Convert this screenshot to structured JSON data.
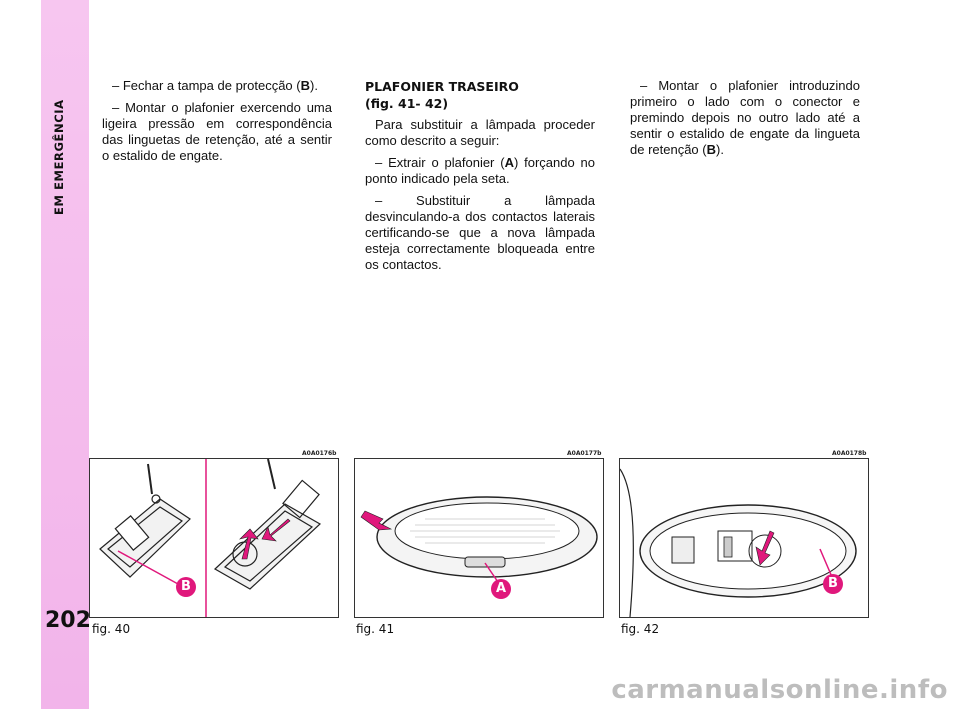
{
  "section_title": "EM EMERGÊNCIA",
  "page_number": "202",
  "column1": {
    "p1_text": "– Fechar a tampa de protecção (",
    "p1_bold": "B",
    "p1_end": ").",
    "p2": "– Montar o plafonier exercendo uma ligeira pressão em correspondência das linguetas de retenção, até a sentir o estalido de engate."
  },
  "column2": {
    "heading_line1": "PLAFONIER TRASEIRO",
    "heading_line2": "(fig. 41- 42)",
    "p1": "Para substituir a lâmpada proceder como descrito a seguir:",
    "p2_text": "– Extrair o plafonier (",
    "p2_bold": "A",
    "p2_end": ") forçando no ponto indicado pela seta.",
    "p3": "– Substituir a lâmpada desvinculando-a dos contactos laterais certificando-se que a nova lâmpada esteja correctamente bloqueada entre os contactos."
  },
  "column3": {
    "p1_text": "– Montar o plafonier introduzindo primeiro o lado com o conector e premindo depois no outro lado até a sentir o estalido de engate da lingueta de retenção (",
    "p1_bold": "B",
    "p1_end": ")."
  },
  "figures": [
    {
      "code": "A0A0176b",
      "caption": "fig. 40",
      "label": "B"
    },
    {
      "code": "A0A0177b",
      "caption": "fig. 41",
      "label": "A"
    },
    {
      "code": "A0A0178b",
      "caption": "fig. 42",
      "label": "B"
    }
  ],
  "watermark": "carmanualsonline.info",
  "colors": {
    "sidebar": "#f4b8ec",
    "accent": "#e0187c"
  }
}
